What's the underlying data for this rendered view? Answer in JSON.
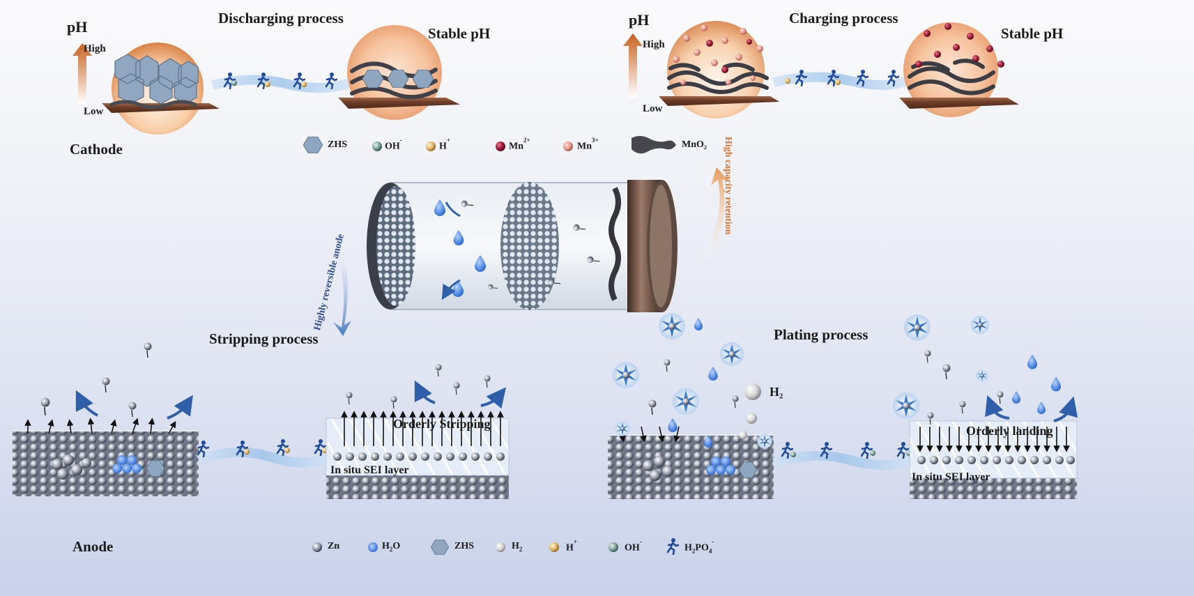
{
  "cathode": {
    "section_label": "Cathode",
    "discharging": {
      "title": "Discharging process",
      "stable_label": "Stable pH"
    },
    "charging": {
      "title": "Charging process",
      "stable_label": "Stable pH"
    },
    "ph_axis": {
      "label": "pH",
      "high": "High",
      "low": "Low"
    },
    "legend": [
      {
        "name": "ZHS",
        "sup": "",
        "icon": "hexagon-icon"
      },
      {
        "name": "OH",
        "sup": "-",
        "icon": "hydroxide-sphere-icon"
      },
      {
        "name": "H",
        "sup": "+",
        "icon": "proton-sphere-icon"
      },
      {
        "name": "Mn",
        "sup": "2+",
        "icon": "mn2-sphere-icon"
      },
      {
        "name": "Mn",
        "sup": "3+",
        "icon": "mn3-sphere-icon"
      },
      {
        "name": "MnO₂",
        "sup": "",
        "icon": "nanowire-icon"
      }
    ]
  },
  "cell": {
    "left_arrow_label": "Highly reversible anode",
    "right_arrow_label": "High capacity retention"
  },
  "anode": {
    "section_label": "Anode",
    "stripping": {
      "title": "Stripping process",
      "orderly_label": "Orderly Stripping",
      "sei_label": "In situ SEI layer"
    },
    "plating": {
      "title": "Plating process",
      "orderly_label": "Orderly landing",
      "sei_label": "In situ SEI layer",
      "h2_label": "H₂"
    },
    "legend": [
      {
        "name": "Zn",
        "sub": "",
        "sup": "",
        "icon": "zinc-sphere-icon"
      },
      {
        "name": "H",
        "sub": "2",
        "name_after": "O",
        "sup": "",
        "icon": "water-drop-icon"
      },
      {
        "name": "ZHS",
        "sub": "",
        "sup": "",
        "icon": "hexagon-icon"
      },
      {
        "name": "H",
        "sub": "2",
        "sup": "",
        "icon": "hydrogen-bubble-icon"
      },
      {
        "name": "H",
        "sub": "",
        "sup": "+",
        "icon": "proton-sphere-icon"
      },
      {
        "name": "OH",
        "sub": "",
        "sup": "-",
        "icon": "hydroxide-sphere-icon"
      },
      {
        "name": "H",
        "sub": "2",
        "name_after": "PO",
        "sub2": "4",
        "sup": "-",
        "icon": "running-man-icon"
      }
    ]
  },
  "colors": {
    "accent_orange": "#d9742e",
    "anode_blue": "#3b6fb8",
    "zinc_gray": "#9aa3b2",
    "mn2": "#8e1530",
    "mn3": "#e08a80"
  }
}
